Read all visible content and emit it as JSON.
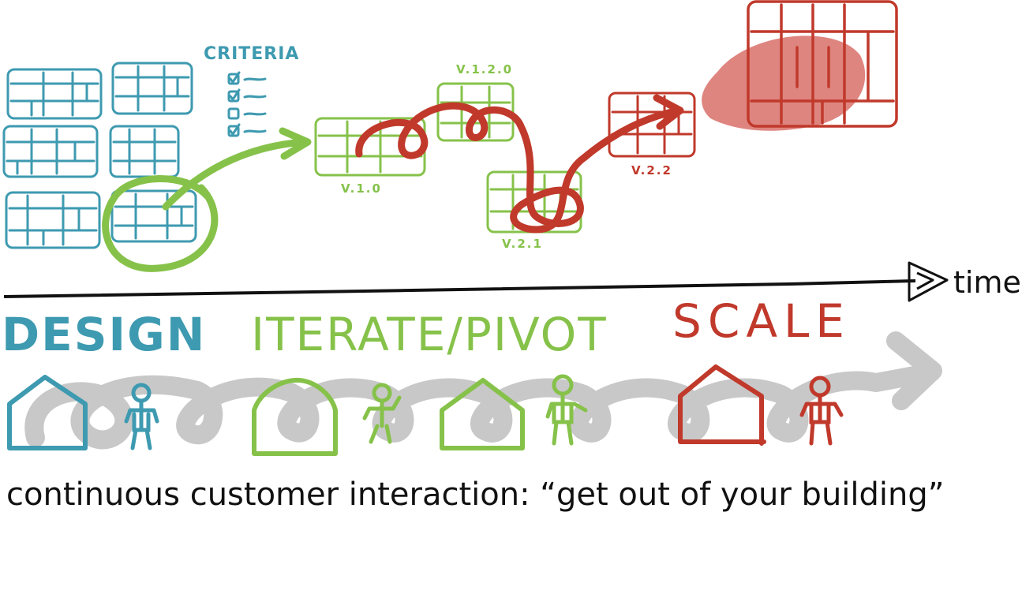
{
  "colors": {
    "design": "#3e9ab0",
    "iterate": "#86c24a",
    "scale": "#c0392b",
    "scale_fill": "#d9706a",
    "flow": "#c8c8c8",
    "ink": "#111111"
  },
  "criteria": {
    "title": "CRITERIA",
    "items": [
      {
        "checked": true
      },
      {
        "checked": true
      },
      {
        "checked": false
      },
      {
        "checked": true
      }
    ]
  },
  "versions": {
    "v1_0": "V.1.0",
    "v1_2_0": "V.1.2.0",
    "v2_1": "V.2.1",
    "v2_2": "V.2.2"
  },
  "timeline": {
    "axis_label": "time"
  },
  "phases": {
    "design": "DESIGN",
    "iterate": "ITERATE/PIVOT",
    "scale": "SCALE"
  },
  "caption": "continuous customer interaction: “get out of your building”"
}
